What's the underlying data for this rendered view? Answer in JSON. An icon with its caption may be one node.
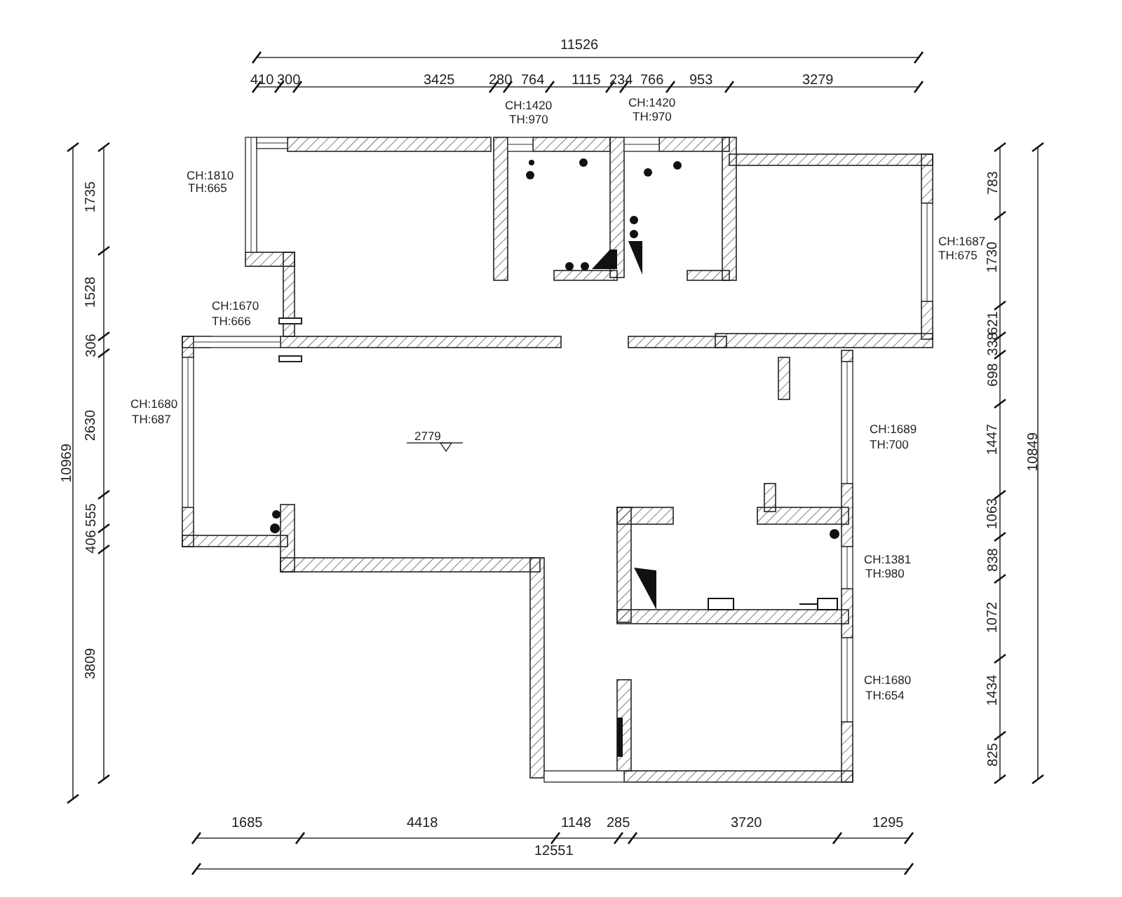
{
  "diagram": {
    "labels": [
      "11526",
      "410",
      "300",
      "3425",
      "280",
      "764",
      "1115",
      "234",
      "766",
      "953",
      "3279",
      "CH:1420",
      "TH:970",
      "CH:1420",
      "TH:970",
      "CH:1810",
      "TH:665",
      "CH:1687",
      "TH:675",
      "CH:1670",
      "TH:666",
      "CH:1680",
      "TH:687",
      "2779",
      "CH:1689",
      "TH:700",
      "CH:1381",
      "TH:980",
      "CH:1680",
      "TH:654",
      "10969",
      "1735",
      "1528",
      "306",
      "2630",
      "555",
      "406",
      "3809",
      "783",
      "1730",
      "621",
      "338",
      "698",
      "1447",
      "1063",
      "838",
      "1072",
      "1434",
      "825",
      "10849",
      "1685",
      "4418",
      "1148",
      "285",
      "3720",
      "1295",
      "12551"
    ]
  }
}
